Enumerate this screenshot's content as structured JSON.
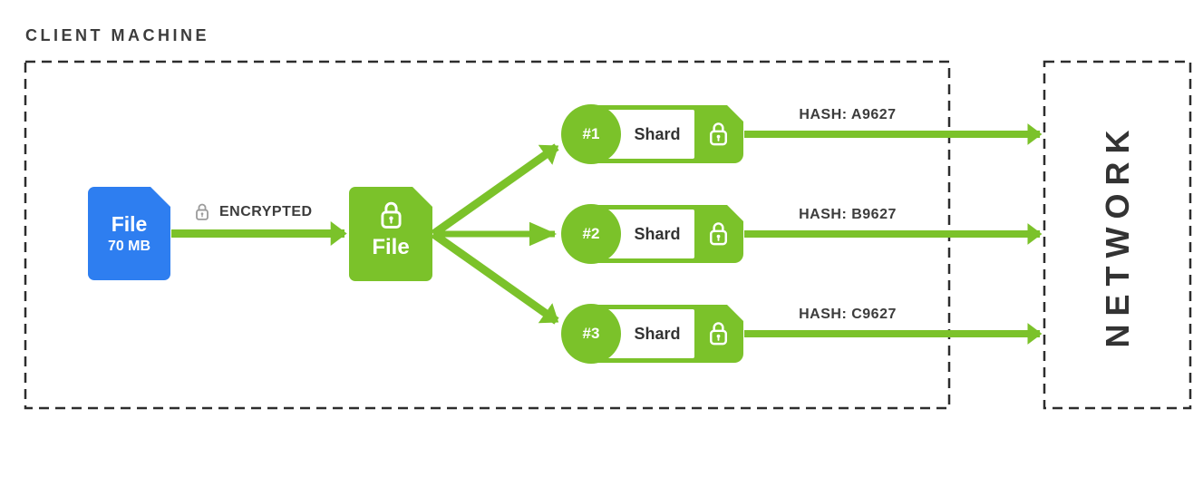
{
  "title": "CLIENT MACHINE",
  "colors": {
    "green": "#7bc22a",
    "blue": "#2e7ef0",
    "text_dark": "#3c3c3c",
    "lock_gray": "#9b9b9b"
  },
  "client_machine": {
    "source_file": {
      "name": "File",
      "size": "70 MB"
    },
    "encryption_label": "ENCRYPTED",
    "encrypted_file": {
      "name": "File"
    },
    "shards": [
      {
        "number": "#1",
        "label": "Shard",
        "hash": "HASH: A9627"
      },
      {
        "number": "#2",
        "label": "Shard",
        "hash": "HASH: B9627"
      },
      {
        "number": "#3",
        "label": "Shard",
        "hash": "HASH: C9627"
      }
    ]
  },
  "network": {
    "label": "NETWORK"
  },
  "icons": {
    "padlock": "padlock-icon",
    "arrow": "right-arrow"
  }
}
